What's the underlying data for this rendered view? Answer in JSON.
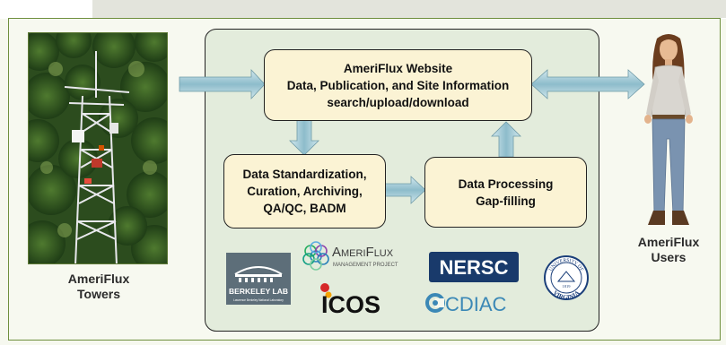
{
  "towers": {
    "label_line1": "AmeriFlux",
    "label_line2": "Towers"
  },
  "users": {
    "label_line1": "AmeriFlux",
    "label_line2": "Users"
  },
  "website": {
    "line1": "AmeriFlux Website",
    "line2": "Data, Publication, and Site Information",
    "line3": "search/upload/download"
  },
  "standardization": {
    "line1": "Data Standardization,",
    "line2": "Curation, Archiving,",
    "line3": "QA/QC, BADM"
  },
  "processing": {
    "line1": "Data Processing",
    "line2": "Gap-filling"
  },
  "logos": {
    "berkeley": {
      "name": "BERKELEY LAB",
      "sub": "Lawrence Berkeley National Laboratory"
    },
    "ameriflux": {
      "name_cap": "A",
      "name_rest": "MERI",
      "name_cap2": "F",
      "name_rest2": "LUX",
      "sub": "MANAGEMENT PROJECT"
    },
    "nersc": {
      "name": "NERSC"
    },
    "icos": {
      "name": "ICOS"
    },
    "cdiac": {
      "name": "CDIAC"
    },
    "uva": {
      "top": "UNIVERSITY OF",
      "bottom": "VIRGINIA",
      "year": "1819"
    }
  },
  "colors": {
    "panel": "#e3ecdc",
    "box": "#fbf3d4",
    "arrow": "#9cc7d3",
    "frame": "#6f8f3e"
  }
}
